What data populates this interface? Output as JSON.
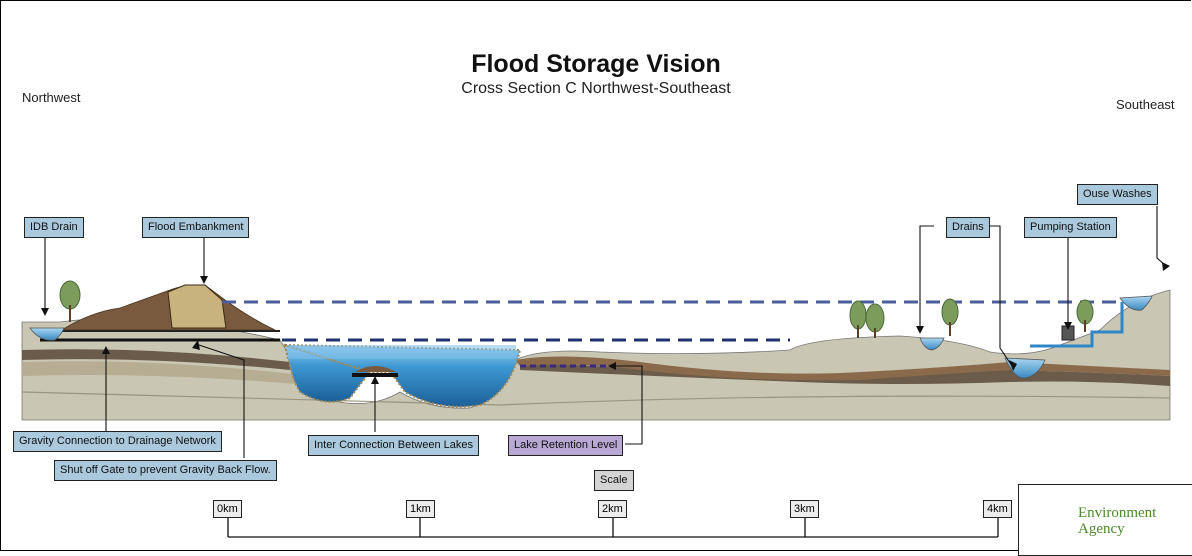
{
  "header": {
    "title": "Flood Storage Vision",
    "subtitle": "Cross Section C Northwest-Southeast"
  },
  "directions": {
    "left": "Northwest",
    "right": "Southeast"
  },
  "labels": {
    "idb_drain": "IDB Drain",
    "flood_embankment": "Flood Embankment",
    "drains": "Drains",
    "pumping_station": "Pumping Station",
    "ouse_washes": "Ouse Washes",
    "gravity_connection": "Gravity Connection to Drainage Network",
    "shut_off_gate": "Shut off Gate to prevent Gravity Back Flow.",
    "inter_connection": "Inter Connection Between Lakes",
    "lake_retention": "Lake Retention Level"
  },
  "scale": {
    "label": "Scale",
    "ticks": [
      "0km",
      "1km",
      "2km",
      "3km",
      "4km"
    ]
  },
  "logo": {
    "line1": "Environment",
    "line2": "Agency"
  },
  "colors": {
    "water": "#2f86c6",
    "water_light": "#7fc0ea",
    "ground": "#c9c6b3",
    "soil_dark": "#7a5a3e",
    "soil_mid": "#a88a68",
    "label_blue": "#aac9dc",
    "label_purple": "#b7a9d3",
    "level_line": "#4a5f9a",
    "brand_green": "#4a8a2c"
  }
}
